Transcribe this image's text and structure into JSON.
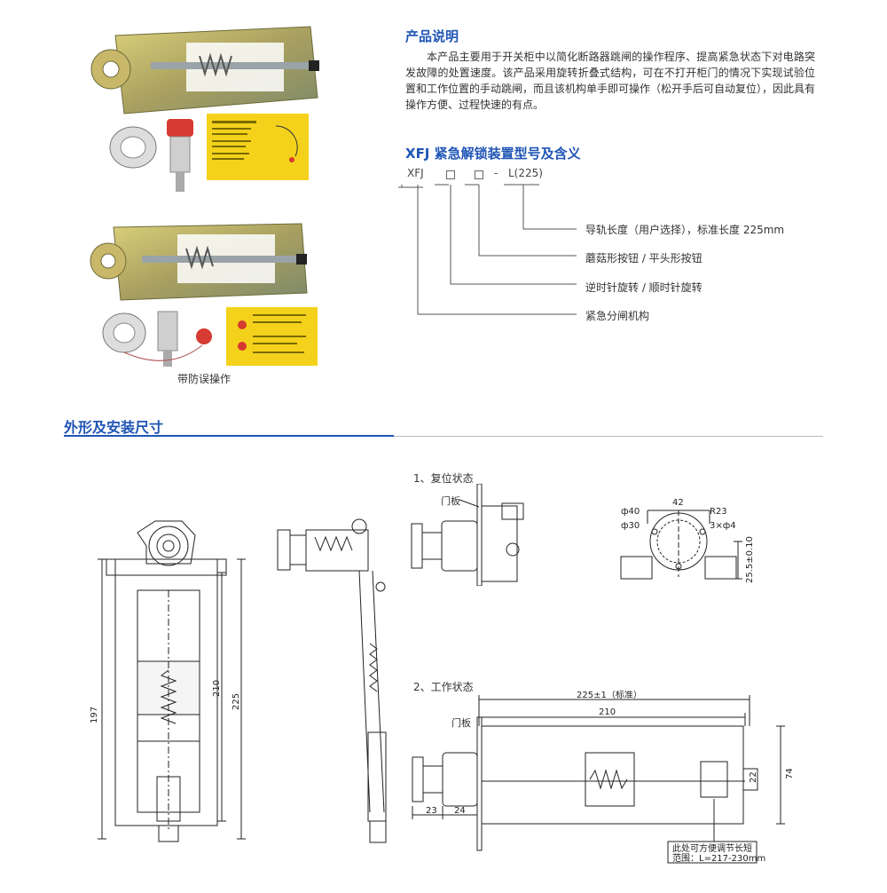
{
  "intro": {
    "title": "产品说明",
    "paragraph": "本产品主要用于开关柜中以简化断路器跳闸的操作程序、提高紧急状态下对电路突发故障的处置速度。该产品采用旋转折叠式结构，可在不打开柜门的情况下实现试验位置和工作位置的手动跳闸，而且该机构单手即可操作（松开手后可自动复位），因此具有操作方便、过程快速的有点。"
  },
  "model": {
    "title": "XFJ 紧急解锁装置型号及含义",
    "code_prefix": "XFJ",
    "code_dash": "-",
    "code_suffix": "L(225)",
    "legend": [
      "导轨长度（用户选择），标准长度 225mm",
      "蘑菇形按钮 / 平头形按钮",
      "逆时针旋转 / 顺时针旋转",
      "紧急分闸机构"
    ]
  },
  "photo_caption": "带防误操作",
  "dimensions": {
    "title": "外形及安装尺寸",
    "state_reset": "1、复位状态",
    "state_work": "2、工作状态",
    "door_panel": "门板",
    "front_view": {
      "h197": "197",
      "h210": "210",
      "h225": "225"
    },
    "flange": {
      "d40": "ф40",
      "d30": "ф30",
      "w42": "42",
      "r23": "R23",
      "holes": "3×ф4",
      "h255": "25.5±0.10"
    },
    "work": {
      "len225": "225±1（标准）",
      "len210": "210",
      "w23": "23",
      "w24": "24",
      "h74": "74",
      "h22": "22",
      "note1": "此处可方便调节长短",
      "note2": "范围：L=217-230mm"
    }
  },
  "colors": {
    "accent": "#1f55b5",
    "card_yellow": "#f4d21c",
    "metal": "#b8a44a"
  }
}
